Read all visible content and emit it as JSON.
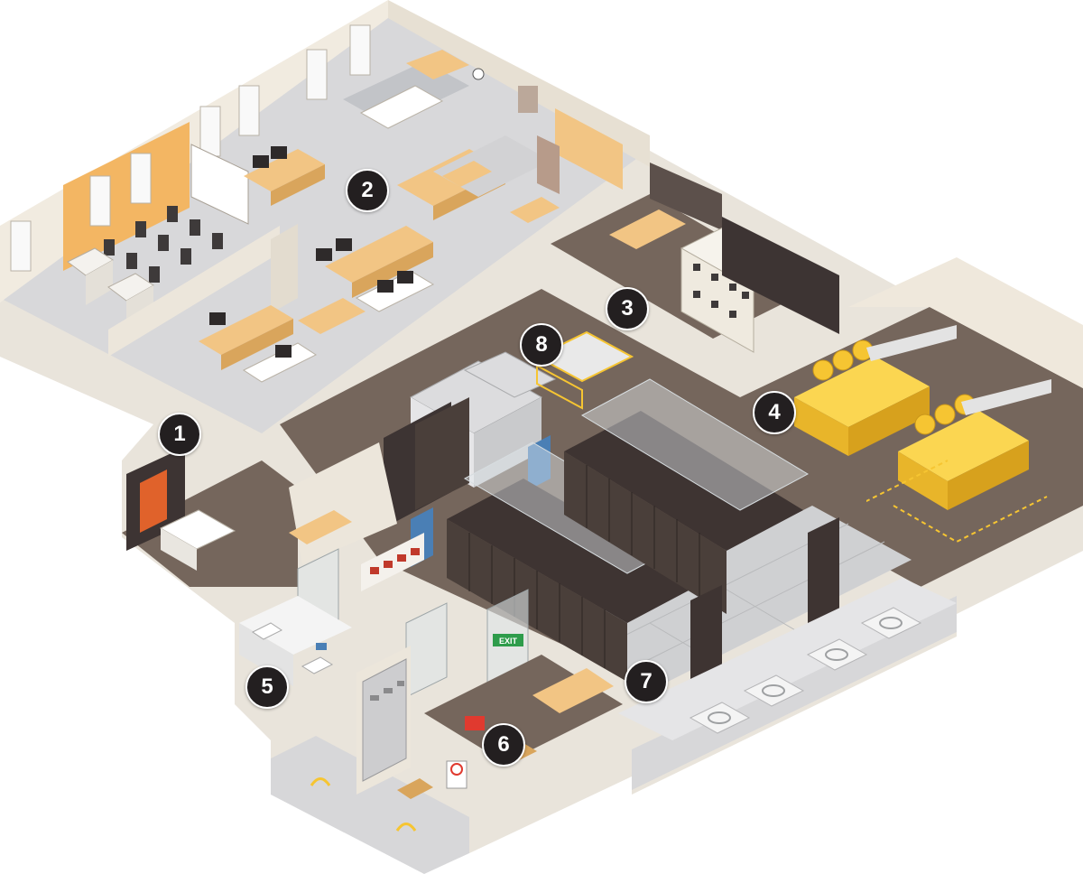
{
  "markers": {
    "m1": "1",
    "m2": "2",
    "m3": "3",
    "m4": "4",
    "m5": "5",
    "m6": "6",
    "m7": "7",
    "m8": "8"
  },
  "signs": {
    "exit": "EXIT"
  },
  "colors": {
    "wall": "#efe8dc",
    "wall_dark": "#d9d0c1",
    "floor_office": "#d6d6d8",
    "floor_datacenter": "#75665c",
    "floor_raised": "#c9c9cb",
    "rack": "#4a3f3a",
    "generator": "#f6c532",
    "accent_orange": "#f0b35a",
    "cooling_blue": "#4a7fb5",
    "marker": "#231f20"
  }
}
